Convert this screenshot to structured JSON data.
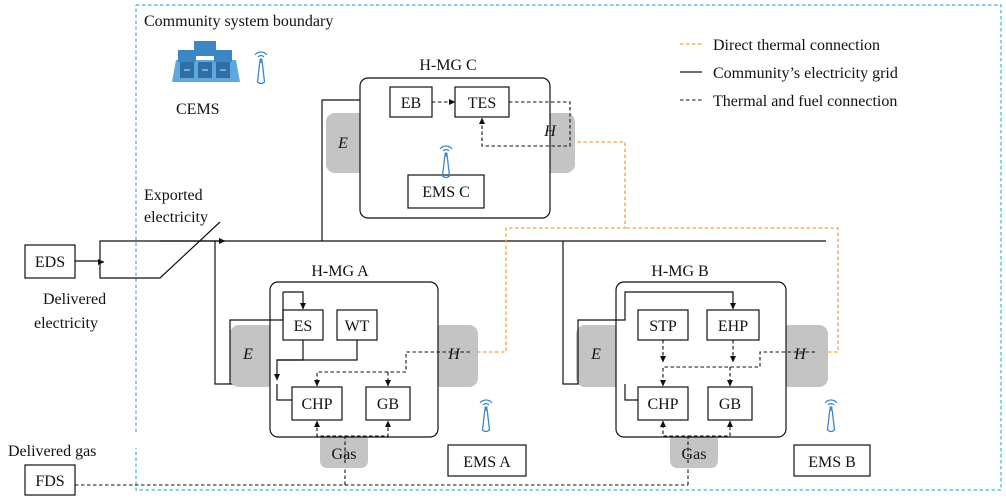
{
  "boundary_label": "Community system boundary",
  "cems_label": "CEMS",
  "legend": {
    "direct_thermal": "Direct thermal connection",
    "grid": "Community’s electricity grid",
    "thermal_fuel": "Thermal and fuel connection"
  },
  "colors": {
    "boundary": "#3fb3d3",
    "thermal": "#f0a040",
    "tab": "#c4c4c4",
    "icon": "#3d86c6"
  },
  "external": {
    "eds": "EDS",
    "fds": "FDS",
    "exported_electricity": [
      "Exported",
      "electricity"
    ],
    "delivered_electricity": [
      "Delivered",
      "electricity"
    ],
    "delivered_gas": "Delivered gas"
  },
  "mg_c": {
    "title": "H-MG C",
    "eb": "EB",
    "tes": "TES",
    "ems": "EMS C",
    "e": "E",
    "h": "H"
  },
  "mg_a": {
    "title": "H-MG A",
    "es": "ES",
    "wt": "WT",
    "chp": "CHP",
    "gb": "GB",
    "gas": "Gas",
    "ems": "EMS A",
    "e": "E",
    "h": "H"
  },
  "mg_b": {
    "title": "H-MG B",
    "stp": "STP",
    "ehp": "EHP",
    "chp": "CHP",
    "gb": "GB",
    "gas": "Gas",
    "ems": "EMS B",
    "e": "E",
    "h": "H"
  },
  "icons": [
    "server-icon",
    "antenna-icon"
  ]
}
